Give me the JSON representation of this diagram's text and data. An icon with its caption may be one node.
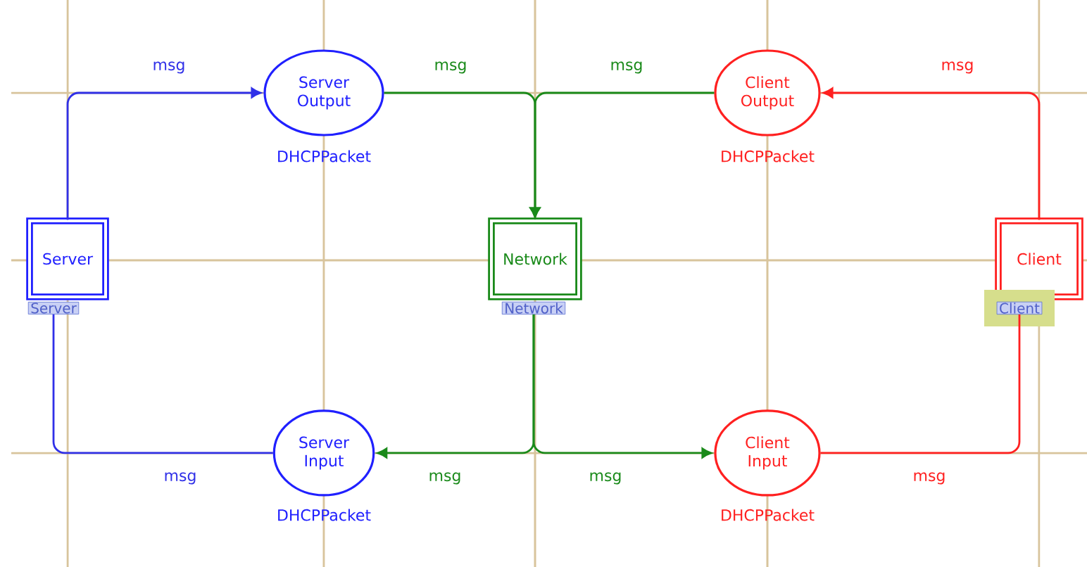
{
  "diagram": {
    "nodes": [
      {
        "text": [
          "Server Output"
        ],
        "beside": [
          "DHCPPacket"
        ]
      },
      {
        "text": [
          "Client Output"
        ],
        "beside": [
          "DHCPPacket"
        ]
      },
      {
        "text": [
          "Server"
        ],
        "beside": [
          "Server"
        ]
      },
      {
        "text": [
          "Network"
        ],
        "beside": [
          "Network"
        ]
      },
      {
        "text": [
          "Client"
        ],
        "beside": [
          "Client"
        ]
      },
      {
        "text": [
          "Server Input"
        ],
        "beside": [
          "DHCPPacket"
        ]
      },
      {
        "text": [
          "Client Input"
        ],
        "beside": [
          "DHCPPacket"
        ]
      }
    ],
    "edges": [
      {
        "from": 2,
        "to": 0,
        "arrow": "to",
        "label": "msg",
        "color": "#3030e8"
      },
      {
        "from": 0,
        "to": 3,
        "arrow": "to",
        "label": "msg",
        "color": "#1a8a1a"
      },
      {
        "from": 1,
        "to": 3,
        "arrow": "to",
        "label": "msg",
        "color": "#1a8a1a"
      },
      {
        "from": 4,
        "to": 1,
        "arrow": "to",
        "label": "msg",
        "color": "#ff2020"
      },
      {
        "from": 5,
        "to": 2,
        "arrow": "none",
        "label": "msg",
        "color": "#3030e8"
      },
      {
        "from": 3,
        "to": 5,
        "arrow": "to",
        "label": "msg",
        "color": "#1a8a1a"
      },
      {
        "from": 3,
        "to": 6,
        "arrow": "to",
        "label": "msg",
        "color": "#1a8a1a"
      },
      {
        "from": 6,
        "to": 4,
        "arrow": "none",
        "label": "msg",
        "color": "#ff2020"
      }
    ]
  }
}
